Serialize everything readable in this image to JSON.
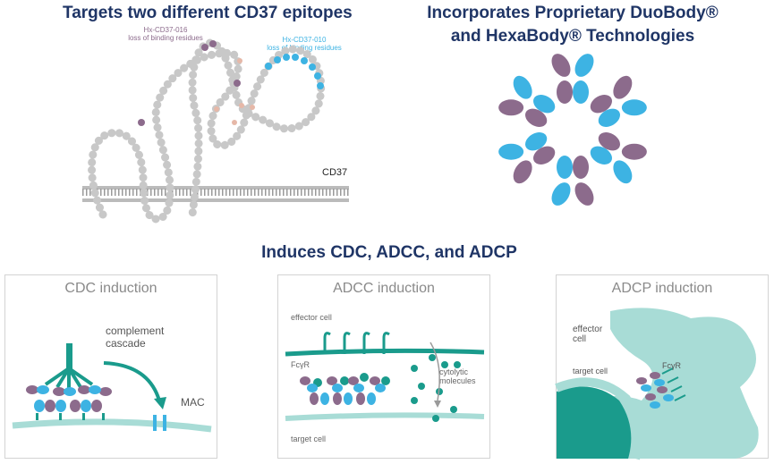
{
  "headings": {
    "epitopes": "Targets two different CD37 epitopes",
    "technologies_line1": "Incorporates Proprietary DuoBody®",
    "technologies_line2": "and HexaBody® Technologies",
    "mechanisms": "Induces CDC, ADCC, and ADCP"
  },
  "epitope_diagram": {
    "label_016_line1": "Hx-CD37-016",
    "label_016_line2": "loss of binding residues",
    "label_010_line1": "Hx-CD37-010",
    "label_010_line2": "loss of binding residues",
    "protein_label": "CD37"
  },
  "panels": {
    "cdc": {
      "title": "CDC induction",
      "complement_line1": "complement",
      "complement_line2": "cascade",
      "mac_label": "MAC"
    },
    "adcc": {
      "title": "ADCC induction",
      "effector_label": "effector cell",
      "fcyr_label": "FcγR",
      "cytolytic_line1": "cytolytic",
      "cytolytic_line2": "molecules",
      "target_label": "target cell"
    },
    "adcp": {
      "title": "ADCP induction",
      "effector_line1": "effector",
      "effector_line2": "cell",
      "target_label": "target cell",
      "fcyr_label": "FcγR"
    }
  },
  "colors": {
    "heading": "#1f3566",
    "purple": "#8c6b8c",
    "cyan": "#3db3e3",
    "teal": "#1a9b8c",
    "light_teal": "#a8dcd6",
    "grey_bead": "#c8c8c8"
  }
}
